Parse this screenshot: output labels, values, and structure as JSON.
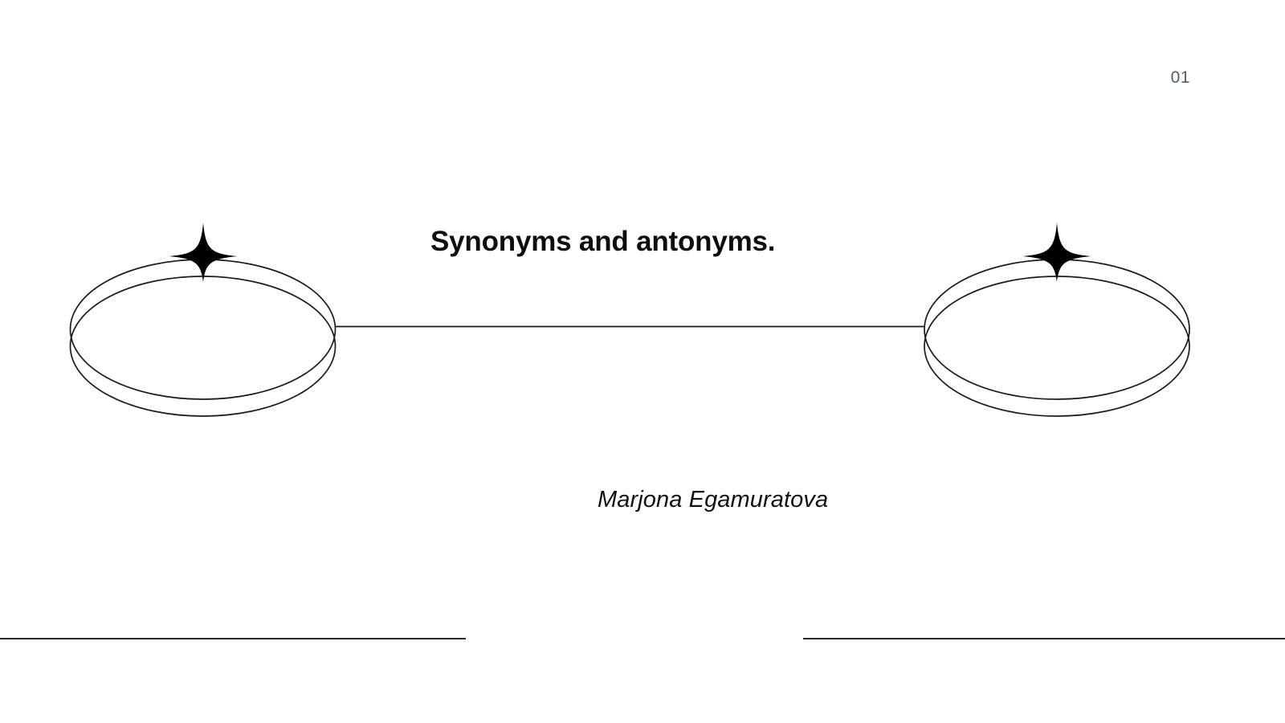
{
  "slide": {
    "background_color": "#ffffff",
    "page_number": "01",
    "page_number_color": "#525f61",
    "title": "Synonyms and antonyms.",
    "title_color": "#0d0d0d",
    "author": "Marjona Egamuratova",
    "author_color": "#111111",
    "line_color": "#2b2b2b"
  },
  "decorations": {
    "left_ornament": {
      "name": "double-ellipse-sparkle",
      "sparkle_color": "#000000",
      "stroke_color": "#1a1a1a"
    },
    "right_ornament": {
      "name": "double-ellipse-sparkle",
      "sparkle_color": "#000000",
      "stroke_color": "#1a1a1a"
    },
    "connector": {
      "name": "horizontal-connector-line",
      "color": "#1a1a1a"
    },
    "bottom_rules": [
      {
        "name": "bottom-rule-left",
        "color": "#2b2b2b"
      },
      {
        "name": "bottom-rule-right",
        "color": "#2b2b2b"
      }
    ]
  }
}
